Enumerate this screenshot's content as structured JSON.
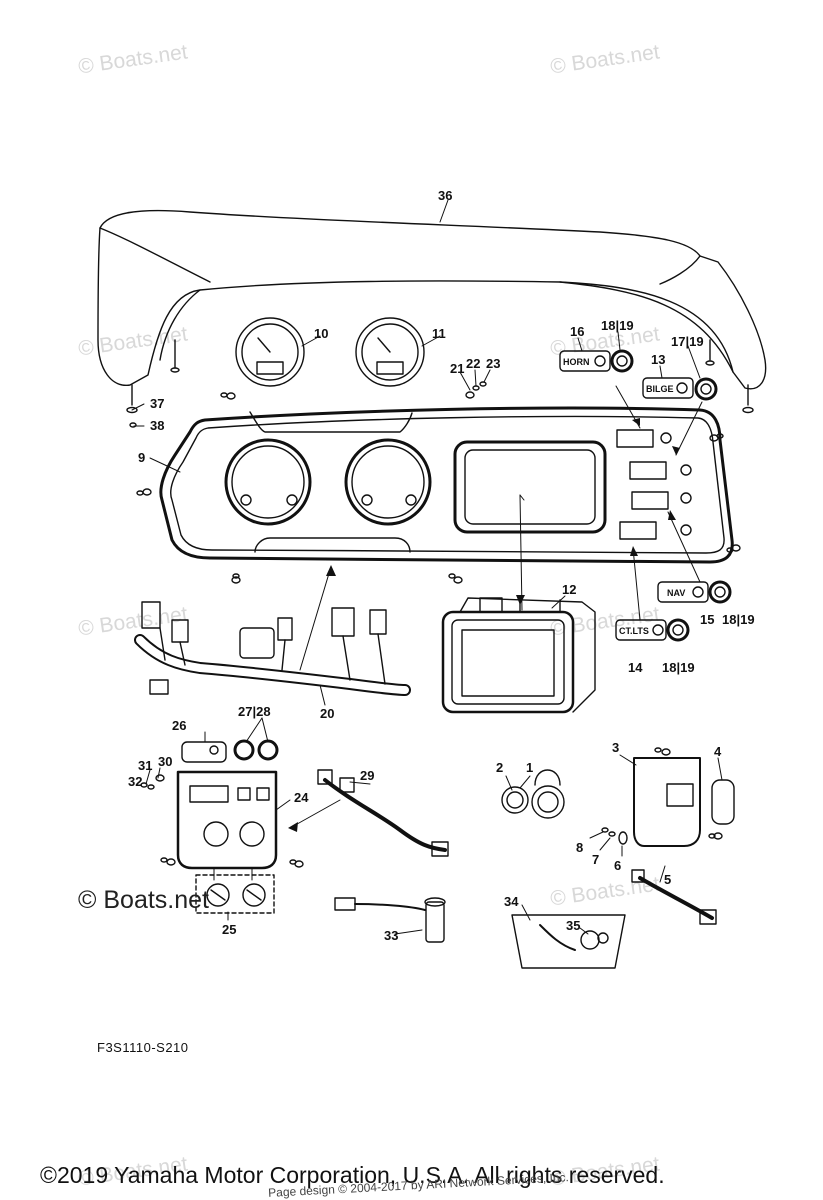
{
  "watermark": "© Boats.net",
  "site_credit": "© Boats.net",
  "diagram_code": "F3S1110-S210",
  "copyright": "©2019 Yamaha Motor Corporation, U.S.A. All rights reserved.",
  "page_design": "Page design © 2004-2017 by ARI Network Services, Inc.",
  "switch_labels": {
    "horn": "HORN",
    "bilge": "BILGE",
    "nav": "NAV",
    "ct_lts": "CT.LTS"
  },
  "callouts": {
    "c1": "1",
    "c2": "2",
    "c3": "3",
    "c4": "4",
    "c5": "5",
    "c6": "6",
    "c7": "7",
    "c8": "8",
    "c9": "9",
    "c10": "10",
    "c11": "11",
    "c12": "12",
    "c13": "13",
    "c14": "14",
    "c15": "15",
    "c16": "16",
    "c17_19": "17|19",
    "c18_19_a": "18|19",
    "c18_19_b": "18|19",
    "c18_19_c": "18|19",
    "c20": "20",
    "c21": "21",
    "c22": "22",
    "c23": "23",
    "c24": "24",
    "c25": "25",
    "c26": "26",
    "c27_28": "27|28",
    "c29": "29",
    "c30": "30",
    "c31": "31",
    "c32": "32",
    "c33": "33",
    "c34": "34",
    "c35": "35",
    "c36": "36",
    "c37": "37",
    "c38": "38"
  },
  "colors": {
    "line": "#111111",
    "watermark": "#d8d8d8",
    "background": "#ffffff"
  }
}
